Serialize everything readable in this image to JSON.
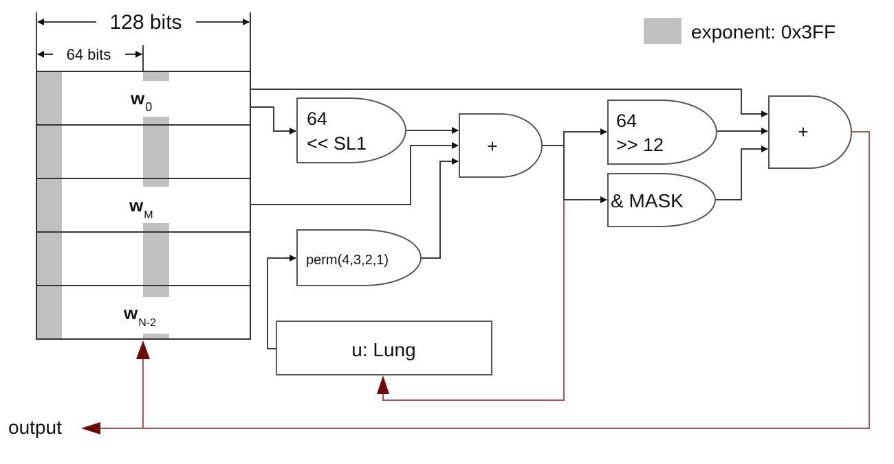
{
  "legend": {
    "swatch_color": "#c0c0c0",
    "label": "exponent: 0x3FF"
  },
  "register": {
    "width_label": "128 bits",
    "half_width_label": "64 bits",
    "rows": [
      {
        "name": "w",
        "sub": "0"
      },
      {
        "name": "",
        "sub": ""
      },
      {
        "name": "w",
        "sub": "M"
      },
      {
        "name": "",
        "sub": ""
      },
      {
        "name": "w",
        "sub": "N-2"
      }
    ]
  },
  "gates": {
    "shift_left": {
      "line1": "64",
      "line2": "<< SL1"
    },
    "add1": {
      "label": "+"
    },
    "shift_right": {
      "line1": "64",
      "line2": ">> 12"
    },
    "mask": {
      "label": "& MASK"
    },
    "add2": {
      "label": "+"
    },
    "perm": {
      "label": "perm(4,3,2,1)"
    }
  },
  "lung": {
    "label": "u: Lung"
  },
  "output": {
    "label": "output"
  },
  "colors": {
    "wire": "#3a3a3a",
    "feedback_wire": "#b35058",
    "feedback_arrow": "#6e0a0a",
    "exponent": "#c0c0c0"
  }
}
